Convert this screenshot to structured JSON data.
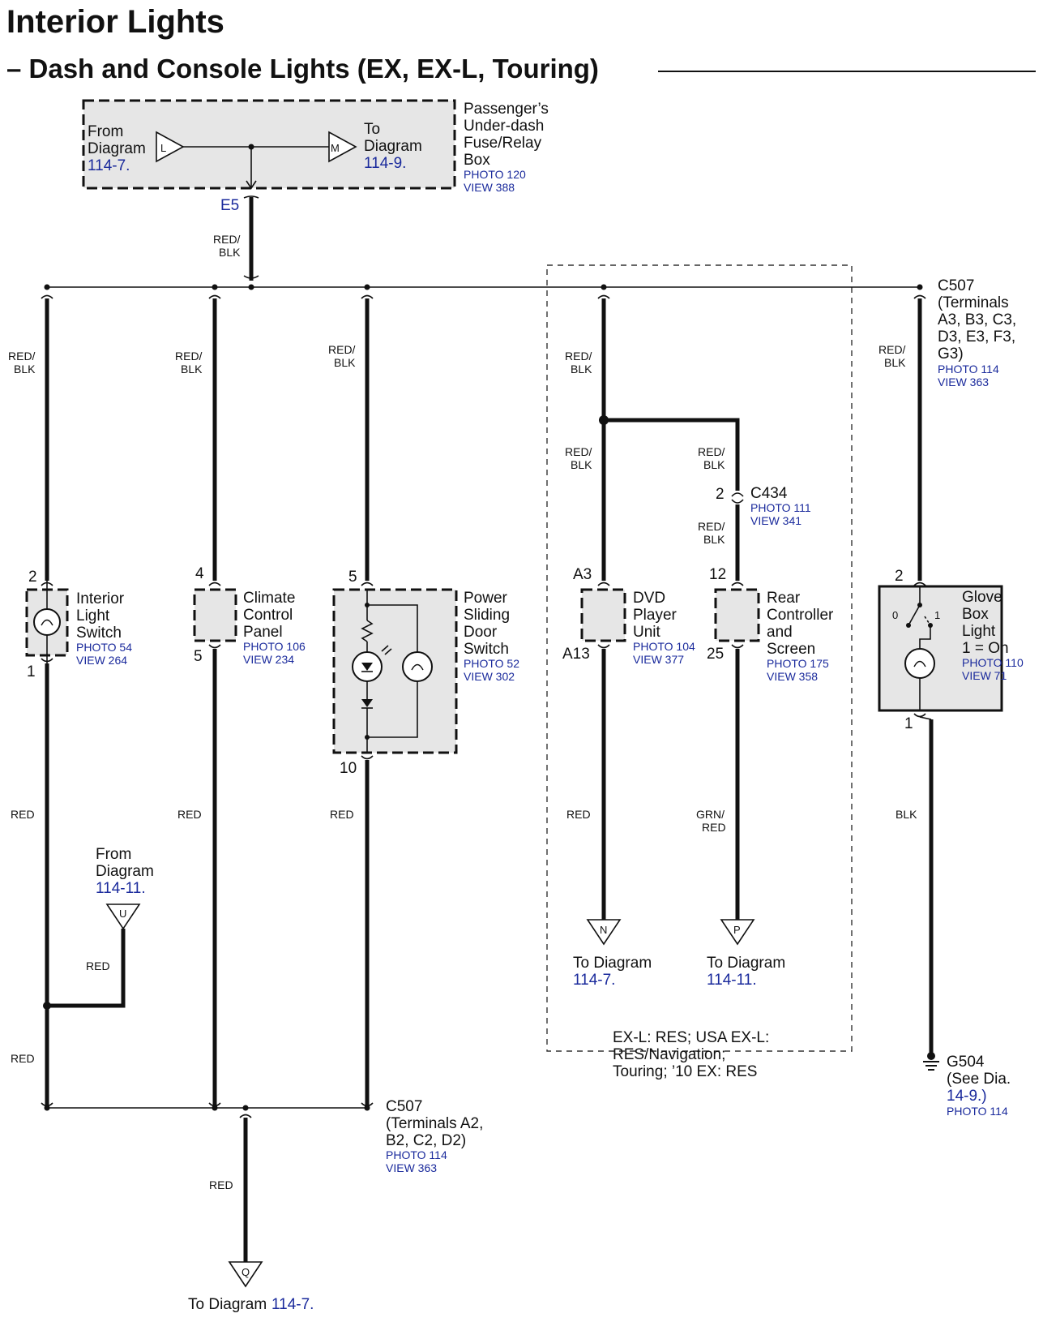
{
  "title": "Interior Lights",
  "subtitle": "– Dash and Console Lights (EX, EX-L, Touring)",
  "fuse_box": {
    "from_line1": "From",
    "from_line2": "Diagram",
    "from_ref": "114-7.",
    "to_line1": "To",
    "to_line2": "Diagram",
    "to_ref": "114-9.",
    "pin_L": "L",
    "pin_M": "M",
    "terminal": "E5",
    "name": [
      "Passenger’s",
      "Under-dash",
      "Fuse/Relay",
      "Box"
    ],
    "photo": "PHOTO 120",
    "view": "VIEW 388"
  },
  "wire_colors": {
    "red_blk_1": "RED/",
    "red_blk_2": "BLK",
    "red": "RED",
    "grn_red_1": "GRN/",
    "grn_red_2": "RED",
    "blk": "BLK"
  },
  "c507_top": {
    "name": "C507",
    "lines": [
      "(Terminals",
      "A3, B3, C3,",
      "D3, E3, F3,",
      "G3)"
    ],
    "photo": "PHOTO 114",
    "view": "VIEW 363"
  },
  "c434": {
    "name": "C434",
    "pin": "2",
    "photo": "PHOTO 111",
    "view": "VIEW 341"
  },
  "interior_switch": {
    "pin_top": "2",
    "pin_bottom": "1",
    "name": [
      "Interior",
      "Light",
      "Switch"
    ],
    "photo": "PHOTO 54",
    "view": "VIEW 264"
  },
  "climate_panel": {
    "pin_top": "4",
    "pin_bottom": "5",
    "name": [
      "Climate",
      "Control",
      "Panel"
    ],
    "photo": "PHOTO 106",
    "view": "VIEW 234"
  },
  "sliding_door": {
    "pin_top": "5",
    "pin_bottom": "10",
    "name": [
      "Power",
      "Sliding",
      "Door",
      "Switch"
    ],
    "photo": "PHOTO 52",
    "view": "VIEW 302"
  },
  "dvd_player": {
    "pin_top": "A3",
    "pin_bottom": "A13",
    "name": [
      "DVD",
      "Player",
      "Unit"
    ],
    "photo": "PHOTO 104",
    "view": "VIEW 377"
  },
  "rear_controller": {
    "pin_top": "12",
    "pin_bottom": "25",
    "name": [
      "Rear",
      "Controller",
      "and",
      "Screen"
    ],
    "photo": "PHOTO 175",
    "view": "VIEW 358"
  },
  "glove_box": {
    "pin_top": "2",
    "pin_bottom": "1",
    "sw0": "0",
    "sw1": "1",
    "name": [
      "Glove",
      "Box",
      "Light",
      "1 = On"
    ],
    "photo": "PHOTO 110",
    "view": "VIEW 71"
  },
  "from_u": {
    "line1": "From",
    "line2": "Diagram",
    "ref": "114-11.",
    "letter": "U"
  },
  "to_n": {
    "text": "To Diagram",
    "ref": "114-7.",
    "letter": "N"
  },
  "to_p": {
    "text": "To Diagram",
    "ref": "114-11.",
    "letter": "P"
  },
  "to_q": {
    "text": "To Diagram",
    "ref": "114-7.",
    "letter": "Q"
  },
  "res_note": [
    "EX-L: RES; USA EX-L:",
    "RES/Navigation;",
    "Touring; ’10 EX: RES"
  ],
  "ground": {
    "name": "G504",
    "see": "(See Dia.",
    "ref": "14-9.)",
    "photo": "PHOTO 114"
  },
  "c507_bottom": {
    "name": "C507",
    "lines": [
      "(Terminals A2,",
      "B2, C2, D2)"
    ],
    "photo": "PHOTO 114",
    "view": "VIEW 363"
  }
}
